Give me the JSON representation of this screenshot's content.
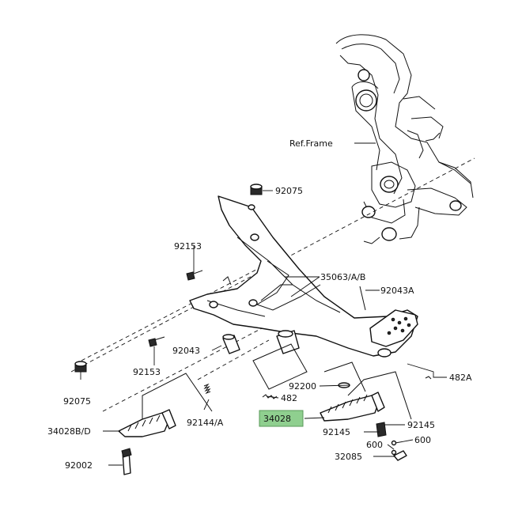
{
  "diagram": {
    "labels": {
      "ref_frame": "Ref.Frame",
      "p92075_top": "92075",
      "p92153_top": "92153",
      "p35063": "35063/A/B",
      "p92043A": "92043A",
      "p92043": "92043",
      "p92153_bottom": "92153",
      "p92075_bottom": "92075",
      "p482A": "482A",
      "p92200": "92200",
      "p482": "482",
      "p34028": "34028",
      "p92145_right": "92145",
      "p92145_left": "92145",
      "p600_right": "600",
      "p600_left": "600",
      "p32085": "32085",
      "p34028BD": "34028B/D",
      "p92144A": "92144/A",
      "p92002": "92002"
    },
    "highlight_part": "34028",
    "highlight_color": "#8fcf8f"
  }
}
